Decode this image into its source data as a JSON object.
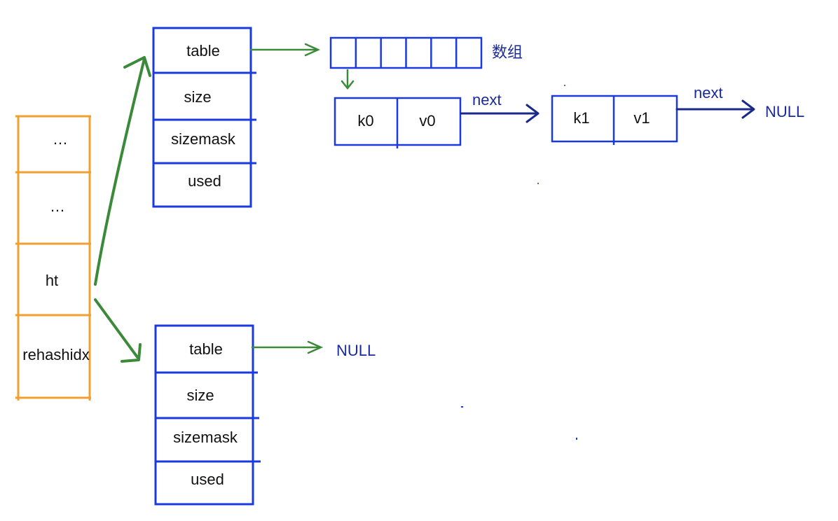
{
  "dict_struct": {
    "fields": [
      "…",
      "…",
      "ht",
      "rehashidx"
    ]
  },
  "ht0": {
    "fields": [
      "table",
      "size",
      "sizemask",
      "used"
    ]
  },
  "ht1": {
    "fields": [
      "table",
      "size",
      "sizemask",
      "used"
    ],
    "table_target": "NULL"
  },
  "bucket_array": {
    "label": "数组",
    "slot_count": 6
  },
  "entry0": {
    "key": "k0",
    "value": "v0",
    "next_label": "next"
  },
  "entry1": {
    "key": "k1",
    "value": "v1",
    "next_label": "next",
    "next_target": "NULL"
  },
  "colors": {
    "dict_border": "#f0a030",
    "table_border": "#1a3ae0",
    "green_arrow": "#3a8a3a",
    "navy_arrow": "#1a2a8a",
    "null_text": "#1a2a9a"
  }
}
